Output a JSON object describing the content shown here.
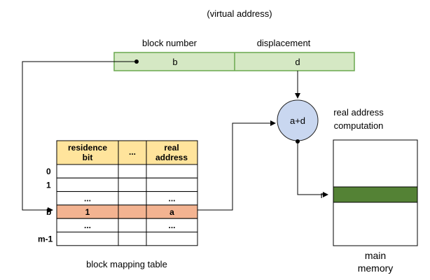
{
  "virtual_address": {
    "caption": "(virtual address)",
    "block_number_label": "block number",
    "displacement_label": "displacement",
    "b_value": "b",
    "d_value": "d"
  },
  "computation": {
    "node_label": "a+d",
    "caption_line1": "real address",
    "caption_line2": "computation"
  },
  "table": {
    "header_residence_line1": "residence",
    "header_residence_line2": "bit",
    "header_ellipsis": "...",
    "header_real_line1": "real",
    "header_real_line2": "address",
    "row_labels": [
      "0",
      "1",
      "",
      "b",
      "",
      "m-1"
    ],
    "rows": [
      [
        "",
        "",
        ""
      ],
      [
        "",
        "",
        ""
      ],
      [
        "...",
        "",
        "..."
      ],
      [
        "1",
        "",
        "a"
      ],
      [
        "...",
        "",
        "..."
      ],
      [
        "",
        "",
        ""
      ]
    ],
    "highlight_row": 3,
    "caption": "block mapping table"
  },
  "memory": {
    "pointer_label": "r",
    "caption_line1": "main",
    "caption_line2": "memory"
  },
  "colors": {
    "address_fill": "#d5e8c4",
    "address_stroke": "#6aa84f",
    "header_fill": "#ffe49c",
    "highlight_fill": "#f3b391",
    "node_fill": "#c9d7f0",
    "memory_block": "#548235"
  }
}
